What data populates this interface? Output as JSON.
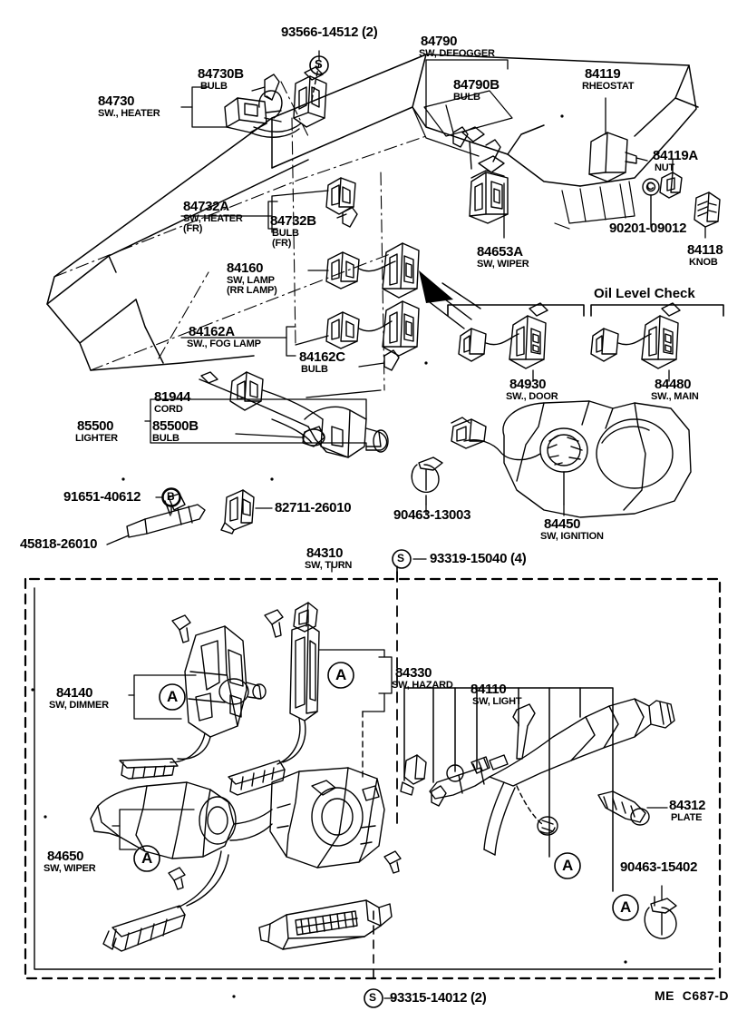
{
  "sheet": {
    "footer_code": "ME  C687-D",
    "section_title": "Oil Level Check"
  },
  "callouts": [
    {
      "id": "c1",
      "number": "93566-14512 (2)",
      "desc": "",
      "marker": "S"
    },
    {
      "id": "c2",
      "number": "84730B",
      "desc": "BULB",
      "marker": ""
    },
    {
      "id": "c3",
      "number": "84730",
      "desc": "SW., HEATER",
      "marker": ""
    },
    {
      "id": "c4",
      "number": "84790",
      "desc": "SW, DEFOGGER",
      "marker": ""
    },
    {
      "id": "c5",
      "number": "84790B",
      "desc": "BULB",
      "marker": ""
    },
    {
      "id": "c6",
      "number": "84119",
      "desc": "RHEOSTAT",
      "marker": ""
    },
    {
      "id": "c7",
      "number": "84119A",
      "desc": "NUT",
      "marker": ""
    },
    {
      "id": "c8",
      "number": "90201-09012",
      "desc": "",
      "marker": "C"
    },
    {
      "id": "c9",
      "number": "84118",
      "desc": "KNOB",
      "marker": ""
    },
    {
      "id": "c10",
      "number": "84732A",
      "desc": "SW, HEATER\n(FR)",
      "marker": ""
    },
    {
      "id": "c11",
      "number": "84732B",
      "desc": "BULB\n(FR)",
      "marker": ""
    },
    {
      "id": "c12",
      "number": "84160",
      "desc": "SW, LAMP\n(RR LAMP)",
      "marker": ""
    },
    {
      "id": "c13",
      "number": "84653A",
      "desc": "SW, WIPER",
      "marker": ""
    },
    {
      "id": "c14",
      "number": "84162A",
      "desc": "SW., FOG LAMP",
      "marker": ""
    },
    {
      "id": "c15",
      "number": "84162C",
      "desc": "BULB",
      "marker": ""
    },
    {
      "id": "c16",
      "number": "84930",
      "desc": "SW., DOOR",
      "marker": ""
    },
    {
      "id": "c17",
      "number": "84480",
      "desc": "SW., MAIN",
      "marker": ""
    },
    {
      "id": "c18",
      "number": "81944",
      "desc": "CORD",
      "marker": ""
    },
    {
      "id": "c19",
      "number": "85500",
      "desc": "LIGHTER",
      "marker": ""
    },
    {
      "id": "c20",
      "number": "85500B",
      "desc": "BULB",
      "marker": ""
    },
    {
      "id": "c21",
      "number": "91651-40612",
      "desc": "",
      "marker": "B"
    },
    {
      "id": "c22",
      "number": "82711-26010",
      "desc": "",
      "marker": ""
    },
    {
      "id": "c23",
      "number": "45818-26010",
      "desc": "",
      "marker": ""
    },
    {
      "id": "c24",
      "number": "90463-13003",
      "desc": "",
      "marker": ""
    },
    {
      "id": "c25",
      "number": "84450",
      "desc": "SW, IGNITION",
      "marker": ""
    },
    {
      "id": "c26",
      "number": "84310",
      "desc": "SW, TURN",
      "marker": ""
    },
    {
      "id": "c27",
      "number": "93319-15040 (4)",
      "desc": "",
      "marker": "S"
    },
    {
      "id": "c28",
      "number": "84140",
      "desc": "SW, DIMMER",
      "marker": "A"
    },
    {
      "id": "c29",
      "number": "84330",
      "desc": "SW, HAZARD",
      "marker": "A"
    },
    {
      "id": "c30",
      "number": "84110",
      "desc": "SW, LIGHT",
      "marker": "A"
    },
    {
      "id": "c31",
      "number": "84312",
      "desc": "PLATE",
      "marker": ""
    },
    {
      "id": "c32",
      "number": "84650",
      "desc": "SW, WIPER",
      "marker": "A"
    },
    {
      "id": "c33",
      "number": "90463-15402",
      "desc": "",
      "marker": "A"
    },
    {
      "id": "c34",
      "number": "93315-14012 (2)",
      "desc": "",
      "marker": "S"
    }
  ],
  "markers": {
    "s": "S",
    "b": "B",
    "c": "C",
    "a": "A"
  }
}
